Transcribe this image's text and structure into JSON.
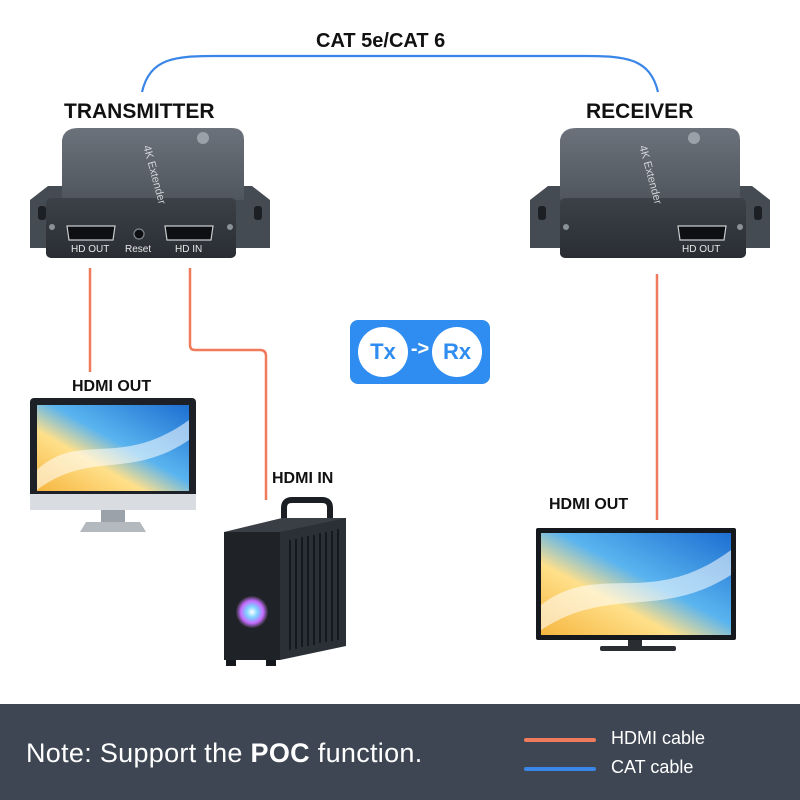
{
  "labels": {
    "cable_type": "CAT 5e/CAT 6",
    "transmitter": "TRANSMITTER",
    "receiver": "RECEIVER",
    "monitor_label": "HDMI OUT",
    "pc_label": "HDMI IN",
    "tv_label": "HDMI OUT"
  },
  "device": {
    "product_text": "4K Extender",
    "tx_ports": [
      "HD OUT",
      "Reset",
      "HD IN"
    ],
    "rx_ports": [
      "HD OUT"
    ]
  },
  "badge": {
    "from": "Tx",
    "arrow": "->",
    "to": "Rx"
  },
  "footer": {
    "note_prefix": "Note: Support the ",
    "note_bold": "POC",
    "note_suffix": " function.",
    "legend": [
      {
        "label": "HDMI cable",
        "color": "#f07a5c"
      },
      {
        "label": "CAT cable",
        "color": "#3a86e8"
      }
    ]
  },
  "colors": {
    "hdmi_cable": "#f07a5c",
    "cat_cable": "#3a86e8",
    "device_body": "#4a5058"
  }
}
